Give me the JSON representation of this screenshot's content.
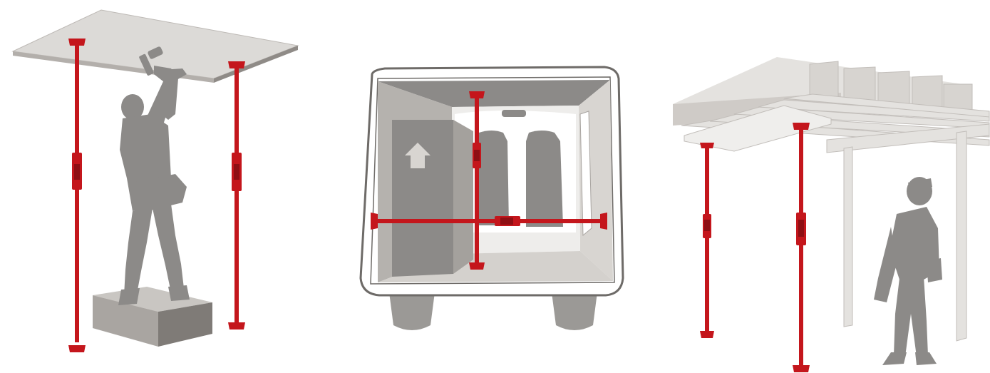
{
  "image": {
    "panels": [
      {
        "id": "ceiling-scene",
        "subject": "worker-installing-ceiling-panel",
        "support_poles": 2
      },
      {
        "id": "van-scene",
        "subject": "van-cargo-bracing",
        "support_poles": 2
      },
      {
        "id": "pergola-scene",
        "subject": "pergola-beam-support",
        "support_poles": 2
      }
    ]
  },
  "colors": {
    "pole_red": "#c4161c",
    "pole_dark": "#8e0f14",
    "silhouette_gray": "#8c8a88",
    "panel_light": "#dcdad7",
    "panel_mid": "#c9c6c2",
    "panel_dark": "#a9a5a1",
    "beam_light": "#e4e2df",
    "beam_shadow": "#cfcbc7"
  },
  "icons": [
    "up-arrow-icon"
  ]
}
